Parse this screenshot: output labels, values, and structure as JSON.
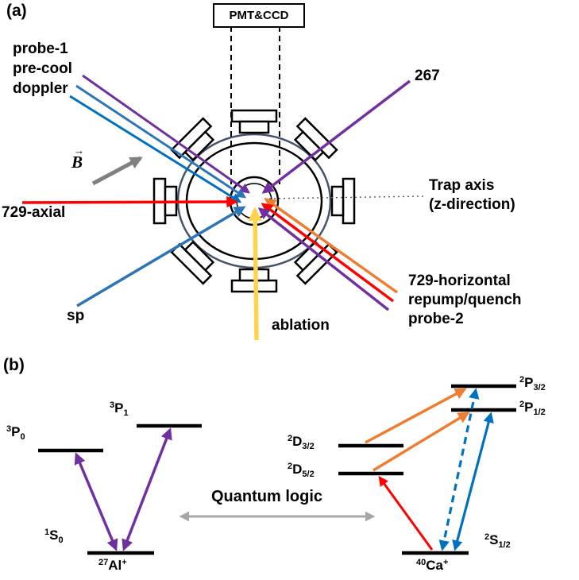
{
  "panel_a": {
    "tag": "(a)",
    "detector_label": "PMT&CCD",
    "beam_labels": {
      "probe1": "probe-1",
      "precool": "pre-cool",
      "doppler": "doppler",
      "uv267": "267",
      "axial729": "729-axial",
      "sp": "sp",
      "ablation": "ablation",
      "horizontal729": "729-horizontal",
      "repump_quench": "repump/quench",
      "probe2": "probe-2"
    },
    "b_field": {
      "symbol": "B",
      "arrow": "→"
    },
    "trap_axis": {
      "line1": "Trap axis",
      "line2": "(z-direction)"
    }
  },
  "panel_b": {
    "tag": "(b)",
    "quantum_logic": "Quantum logic",
    "al": {
      "ion": {
        "mass": "27",
        "symbol": "Al",
        "charge": "+"
      },
      "levels": {
        "p0": {
          "sup": "3",
          "main": "P",
          "sub": "0"
        },
        "p1": {
          "sup": "3",
          "main": "P",
          "sub": "1"
        },
        "s0": {
          "sup": "1",
          "main": "S",
          "sub": "0"
        }
      }
    },
    "ca": {
      "ion": {
        "mass": "40",
        "symbol": "Ca",
        "charge": "+"
      },
      "levels": {
        "p32": {
          "sup": "2",
          "main": "P",
          "sub": "3/2"
        },
        "p12": {
          "sup": "2",
          "main": "P",
          "sub": "1/2"
        },
        "d32": {
          "sup": "2",
          "main": "D",
          "sub": "3/2"
        },
        "d52": {
          "sup": "2",
          "main": "D",
          "sub": "5/2"
        },
        "s12": {
          "sup": "2",
          "main": "S",
          "sub": "1/2"
        }
      }
    }
  },
  "colors": {
    "purple": "#7030A0",
    "blue": "#2E75B6",
    "blue_dark": "#0070C0",
    "red": "#FF0000",
    "orange": "#ED7D31",
    "yellow": "#FFD34D",
    "gray": "#808080",
    "gray_light": "#A6A6A6",
    "chamber_ring": "#44546A"
  }
}
